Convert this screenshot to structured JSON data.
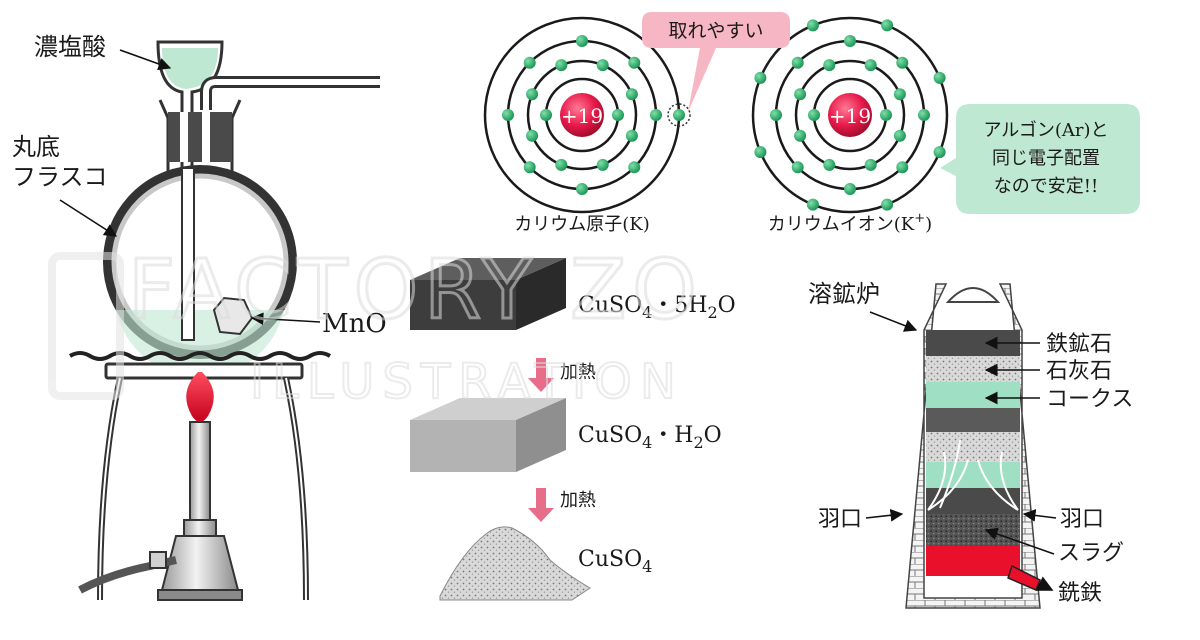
{
  "flask": {
    "acid_label": "濃塩酸",
    "flask_label_line1": "丸底",
    "flask_label_line2": "フラスコ",
    "reagent_label": "MnO"
  },
  "atoms": {
    "nucleus_charge": "+19",
    "atom_caption": "カリウム原子(K)",
    "ion_caption_main": "カリウムイオン(K",
    "ion_caption_sup": "+",
    "ion_caption_close": ")",
    "callout_easy": "取れやすい",
    "callout_stable_line1": "アルゴン(Ar)と",
    "callout_stable_line2": "同じ電子配置",
    "callout_stable_line3": "なので安定!!"
  },
  "copper_sulfate": {
    "pentahydrate": [
      "CuSO",
      "4",
      "・5H",
      "2",
      "O"
    ],
    "monohydrate": [
      "CuSO",
      "4",
      "・H",
      "2",
      "O"
    ],
    "anhydrous": [
      "CuSO",
      "4"
    ],
    "heat_label_1": "加熱",
    "heat_label_2": "加熱"
  },
  "furnace": {
    "title": "溶鉱炉",
    "layer_iron_ore": "鉄鉱石",
    "layer_limestone": "石灰石",
    "layer_coke": "コークス",
    "tuyere_left": "羽口",
    "tuyere_right": "羽口",
    "slag": "スラグ",
    "pig_iron": "銑鉄"
  },
  "watermark": {
    "line1": "FACTORY ZO",
    "line2": "ILLUSTRATION"
  },
  "colors": {
    "electron": "#2eb36b",
    "nucleus": "#e8194a",
    "callout_pink": "#f7b6c4",
    "callout_green": "#bfe8d2",
    "arrow_pink": "#e86d8a",
    "coke_green": "#9fe0c4",
    "molten_red": "#e8102a",
    "flame": "#e8102a"
  }
}
